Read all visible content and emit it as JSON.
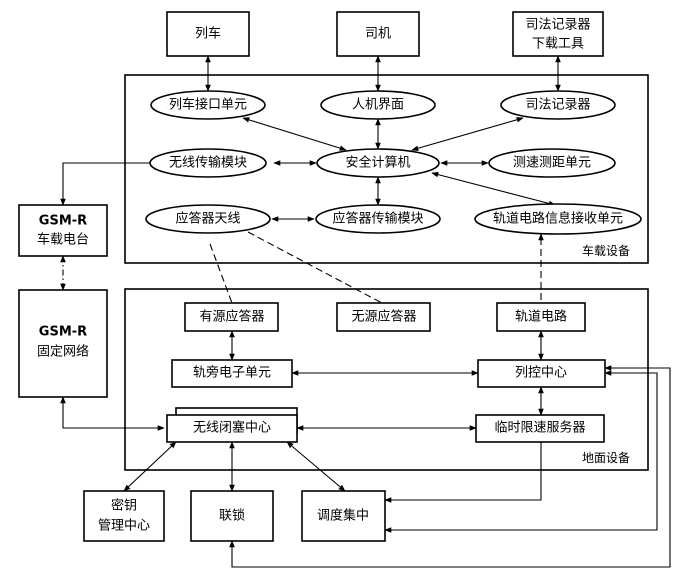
{
  "top": {
    "train": "列车",
    "driver": "司机",
    "jru_tool_line1": "司法记录器",
    "jru_tool_line2": "下载工具"
  },
  "onboard": {
    "train_interface": "列车接口单元",
    "dmi": "人机界面",
    "jru": "司法记录器",
    "radio_module": "无线传输模块",
    "vital_computer": "安全计算机",
    "speed_unit": "测速测距单元",
    "balise_antenna": "应答器天线",
    "balise_module": "应答器传输模块",
    "track_circuit_reader": "轨道电路信息接收单元",
    "label": "车载设备"
  },
  "gsmr": {
    "cab_radio_line1": "GSM-R",
    "cab_radio_line2": "车载电台",
    "network_line1": "GSM-R",
    "network_line2": "固定网络"
  },
  "ground": {
    "active_balise": "有源应答器",
    "passive_balise": "无源应答器",
    "track_circuit": "轨道电路",
    "leu": "轨旁电子单元",
    "tcc": "列控中心",
    "rbc": "无线闭塞中心",
    "tsrs": "临时限速服务器",
    "label": "地面设备"
  },
  "bottom": {
    "kmc_line1": "密钥",
    "kmc_line2": "管理中心",
    "interlocking": "联锁",
    "ctc": "调度集中"
  }
}
